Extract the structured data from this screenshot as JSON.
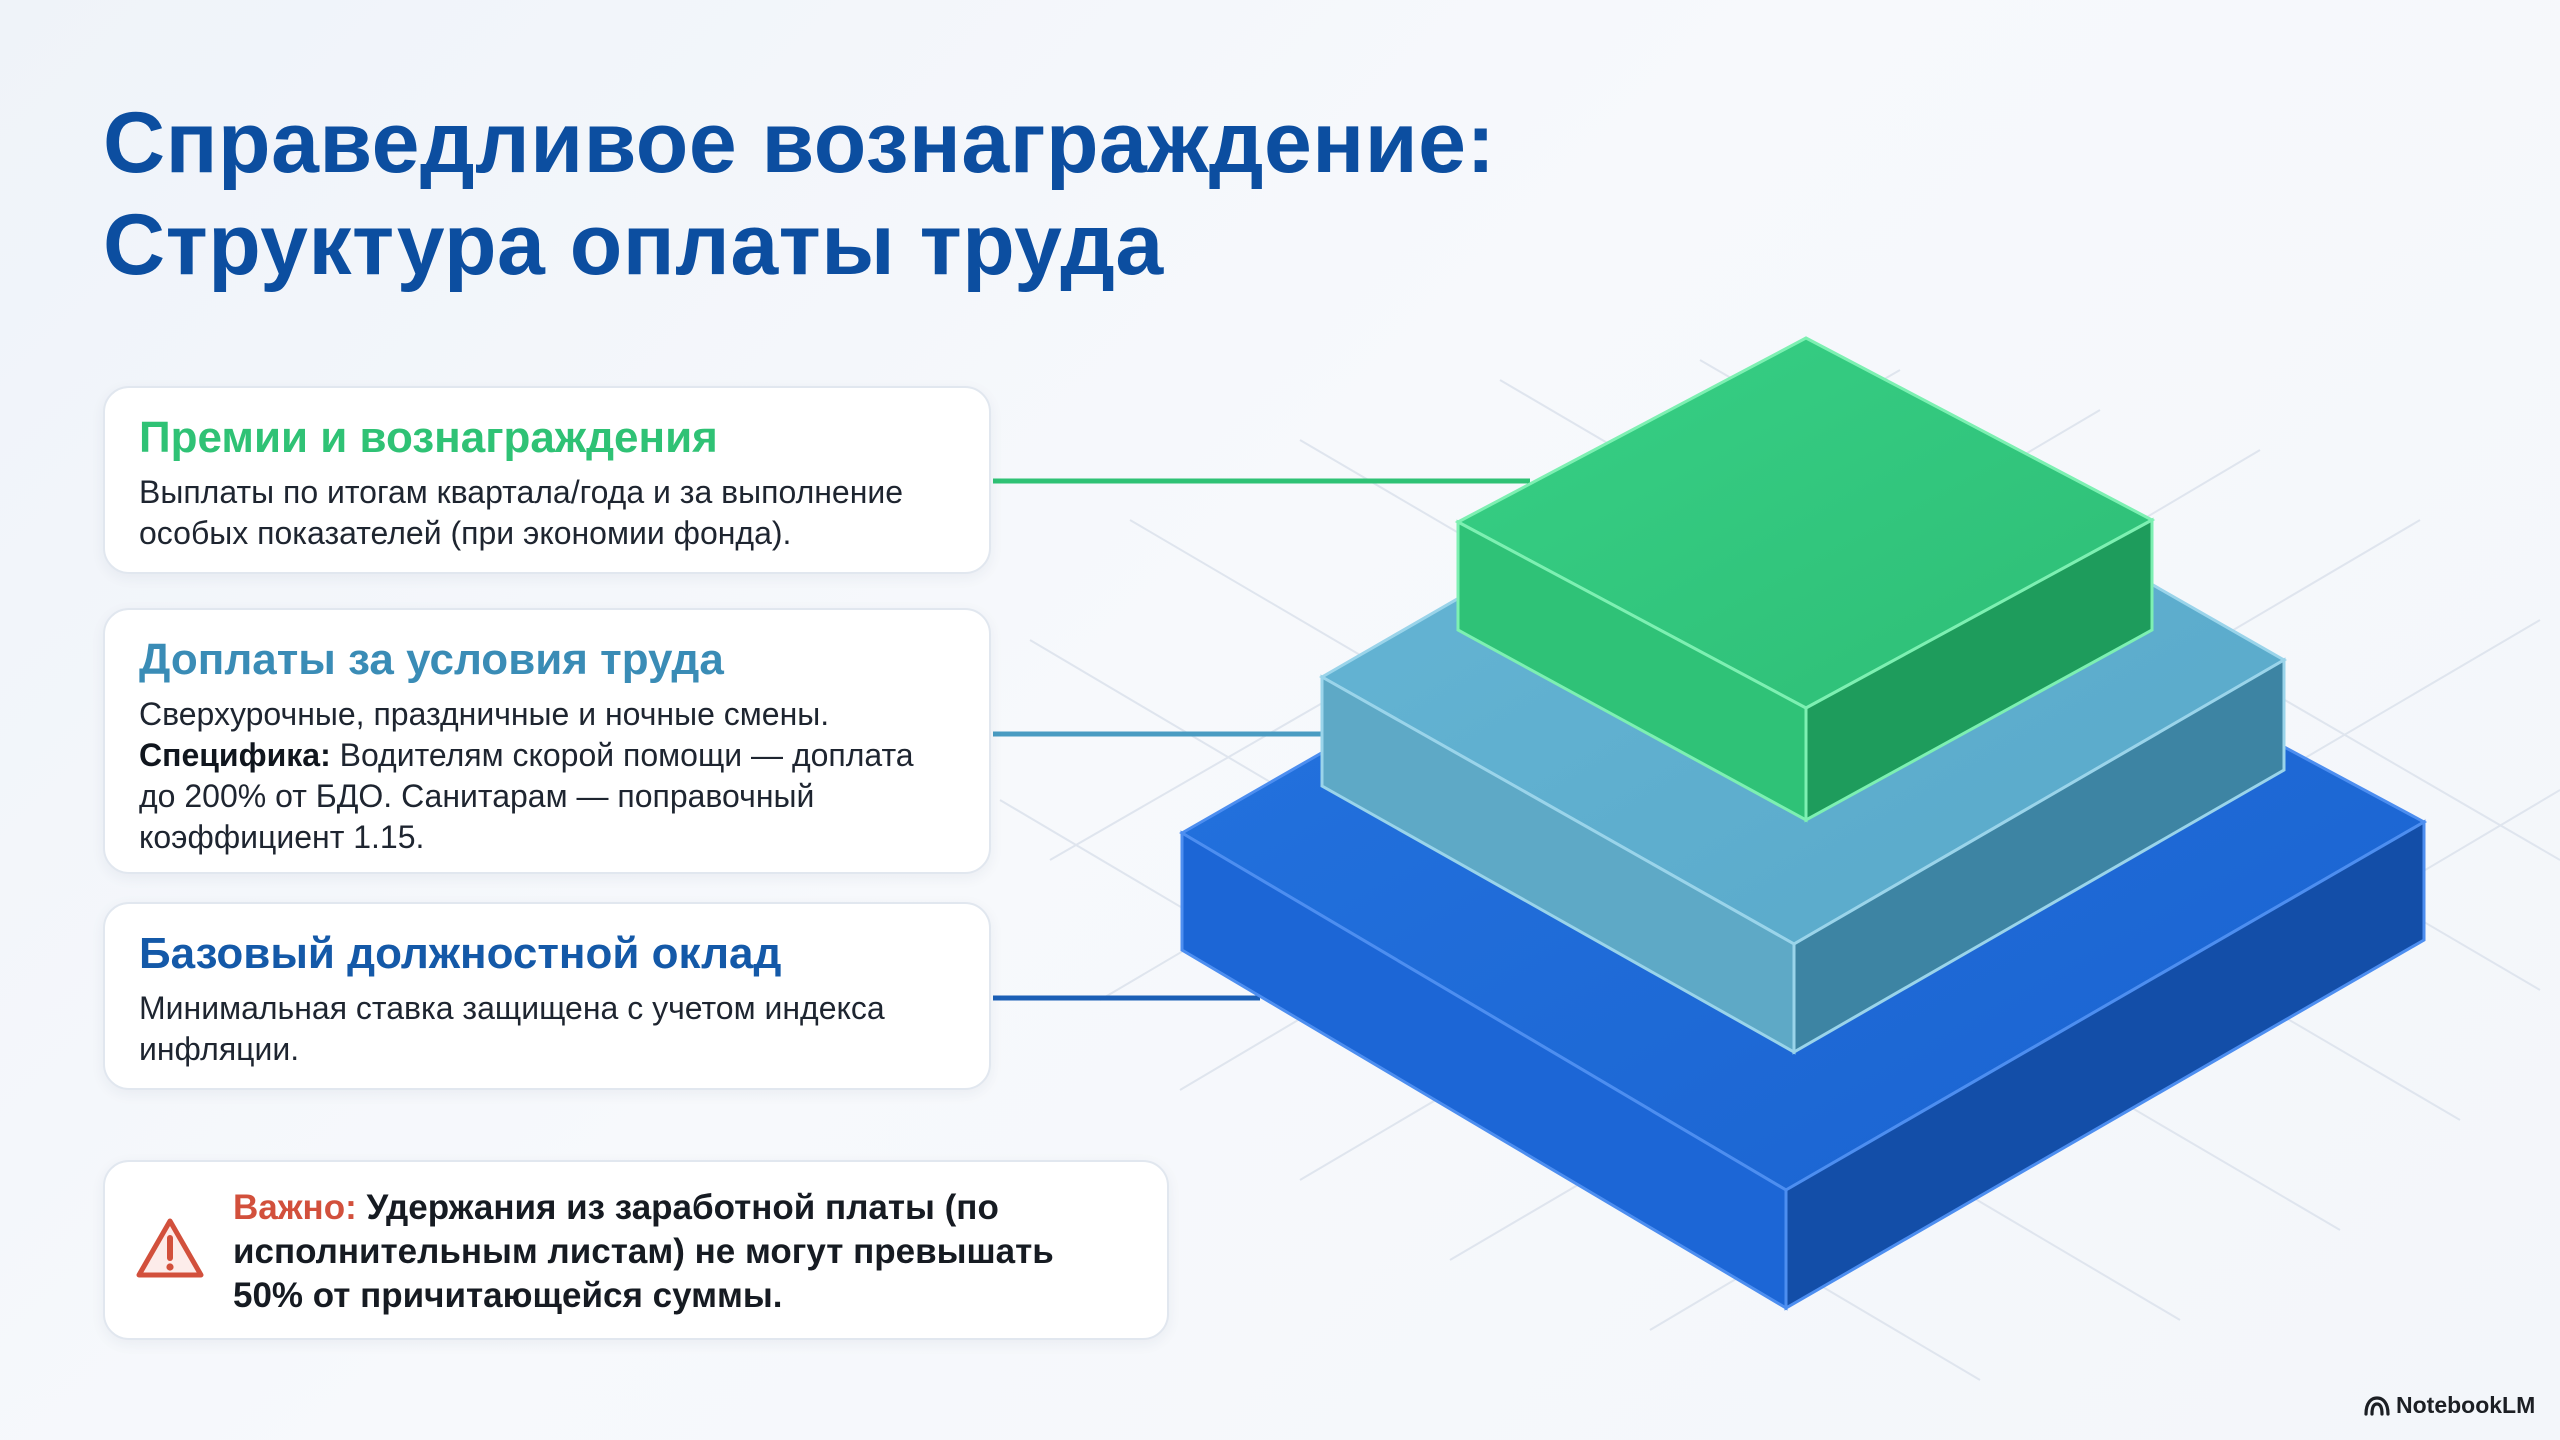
{
  "slide": {
    "title_line1": "Справедливое вознаграждение:",
    "title_line2": "Структура оплаты труда"
  },
  "cards": {
    "bonus": {
      "title": "Премии и вознаграждения",
      "text": "Выплаты по итогам квартала/года и за выполнение особых показателей (при экономии фонда)."
    },
    "conditions": {
      "title": "Доплаты за условия труда",
      "line1": "Сверхурочные, праздничные и ночные смены.",
      "spec_label": "Специфика:",
      "spec_text": " Водителям скорой помощи — доплата до 200% от БДО. Санитарам — поправочный коэффициент 1.15."
    },
    "base": {
      "title": "Базовый должностной оклад",
      "text": "Минимальная ставка защищена с учетом индекса инфляции."
    }
  },
  "important": {
    "label": "Важно:",
    "text": " Удержания из заработной платы (по исполнительным листам) не могут превышать 50% от причитающейся суммы.",
    "icon": "warning-triangle-icon"
  },
  "brand": {
    "name": "NotebookLM",
    "icon": "notebooklm-logo-icon"
  },
  "colors": {
    "title": "#0c4ea0",
    "bonus": "#2fc275",
    "conditions": "#3a8cb6",
    "base": "#1459a8",
    "warning": "#d2503c",
    "tier_top": "#33cc80",
    "tier_middle": "#5fb0d0",
    "tier_bottom": "#1f6ad8"
  }
}
